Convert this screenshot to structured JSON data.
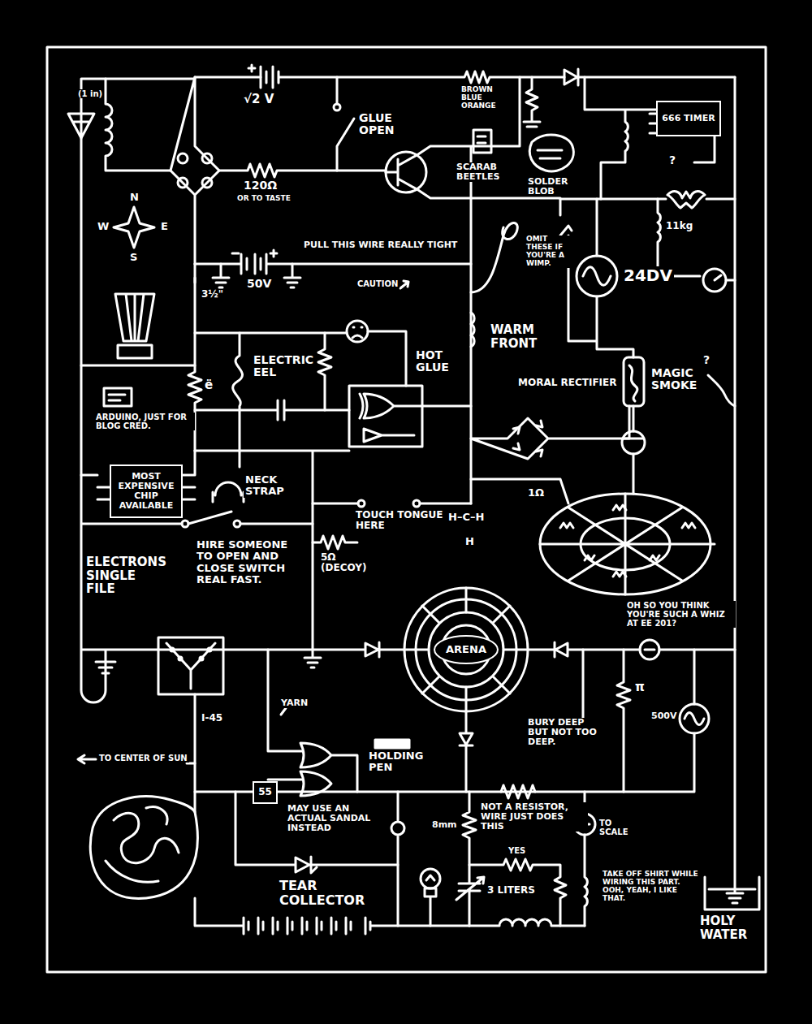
{
  "diagram": {
    "nodes": [
      {
        "text": [
          "666 TIMER"
        ]
      },
      {
        "text": [
          "MOST EXPENSIVE CHIP AVAILABLE"
        ]
      },
      {
        "text": [
          "ARENA"
        ]
      },
      {
        "text": [
          "55"
        ]
      }
    ],
    "labels": [
      "(1 in)",
      "√2 V",
      "GLUE OPEN",
      "120Ω",
      "OR TO TASTE",
      "BROWN BLUE ORANGE",
      "SCARAB BEETLES",
      "SOLDER BLOB",
      "?",
      "N",
      "W",
      "E",
      "S",
      "3½\"",
      "50V",
      "PULL THIS WIRE REALLY TIGHT",
      "CAUTION",
      "OMIT THESE IF YOU'RE A WIMP.",
      "24DV",
      "11kg",
      "WARM FRONT",
      "ELECTRIC EEL",
      "HOT GLUE",
      "MORAL RECTIFIER",
      "MAGIC SMOKE",
      "?",
      "ë",
      "ARDUINO, JUST FOR BLOG CRED.",
      "NECK STRAP",
      "TOUCH TONGUE HERE",
      "H–C–H",
      "H",
      "1Ω",
      "HIRE SOMEONE TO OPEN AND CLOSE SWITCH REAL FAST.",
      "ELECTRONS SINGLE FILE",
      "5Ω (DECOY)",
      "OH SO YOU THINK YOU'RE SUCH A WHIZ AT EE 201?",
      "π",
      "500V",
      "YARN",
      "I-45",
      "HOLDING PEN",
      "TO CENTER OF SUN",
      "MAY USE AN ACTUAL SANDAL INSTEAD",
      "BURY DEEP BUT NOT TOO DEEP.",
      "8mm",
      "NOT A RESISTOR, WIRE JUST DOES THIS",
      "TO SCALE",
      "YES",
      "3 LITERS",
      "TEAR COLLECTOR",
      "TAKE OFF SHIRT WHILE WIRING THIS PART. OOH, YEAH, I LIKE THAT.",
      "HOLY WATER"
    ]
  }
}
